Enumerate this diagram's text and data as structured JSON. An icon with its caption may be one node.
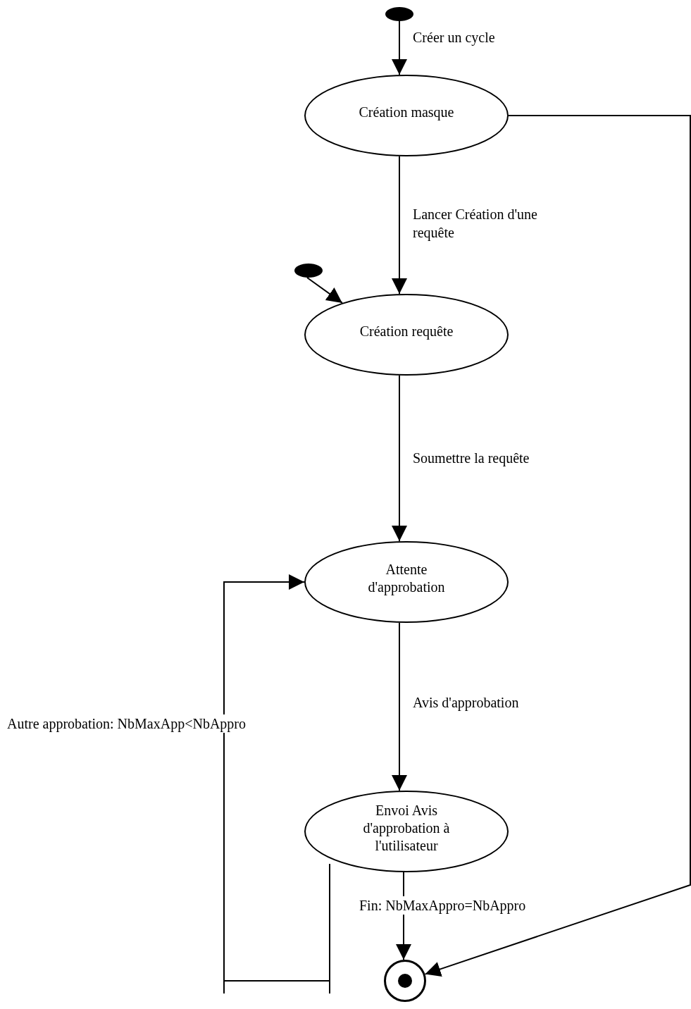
{
  "diagram": {
    "nodes": [
      {
        "text": [],
        "shape": "circle"
      },
      {
        "text": [
          "Création masque"
        ]
      },
      {
        "text": [],
        "shape": "circle"
      },
      {
        "text": [
          "Création requête"
        ]
      },
      {
        "text": [
          "Attente d'approbation"
        ]
      },
      {
        "text": [
          "Envoi Avis d'approbation à l'utilisateur"
        ]
      },
      {
        "text": [],
        "shape": "bullseye"
      }
    ],
    "edges": [
      {
        "from": 0,
        "to": 1,
        "arrow": "to",
        "label": "Créer un cycle"
      },
      {
        "from": 1,
        "to": 3,
        "arrow": "to",
        "label": "Lancer Création d'une requête"
      },
      {
        "from": 2,
        "to": 3,
        "arrow": "to"
      },
      {
        "from": 3,
        "to": 4,
        "arrow": "to",
        "label": "Soumettre la requête"
      },
      {
        "from": 4,
        "to": 5,
        "arrow": "to",
        "label": "Avis d'approbation"
      },
      {
        "from": 5,
        "to": 4,
        "arrow": "to",
        "label": "Autre approbation: NbMaxApp<NbAppro"
      },
      {
        "from": 5,
        "to": 6,
        "arrow": "to",
        "label": "Fin: NbMaxAppro=NbAppro"
      },
      {
        "from": 1,
        "to": 6,
        "arrow": "to"
      }
    ]
  }
}
